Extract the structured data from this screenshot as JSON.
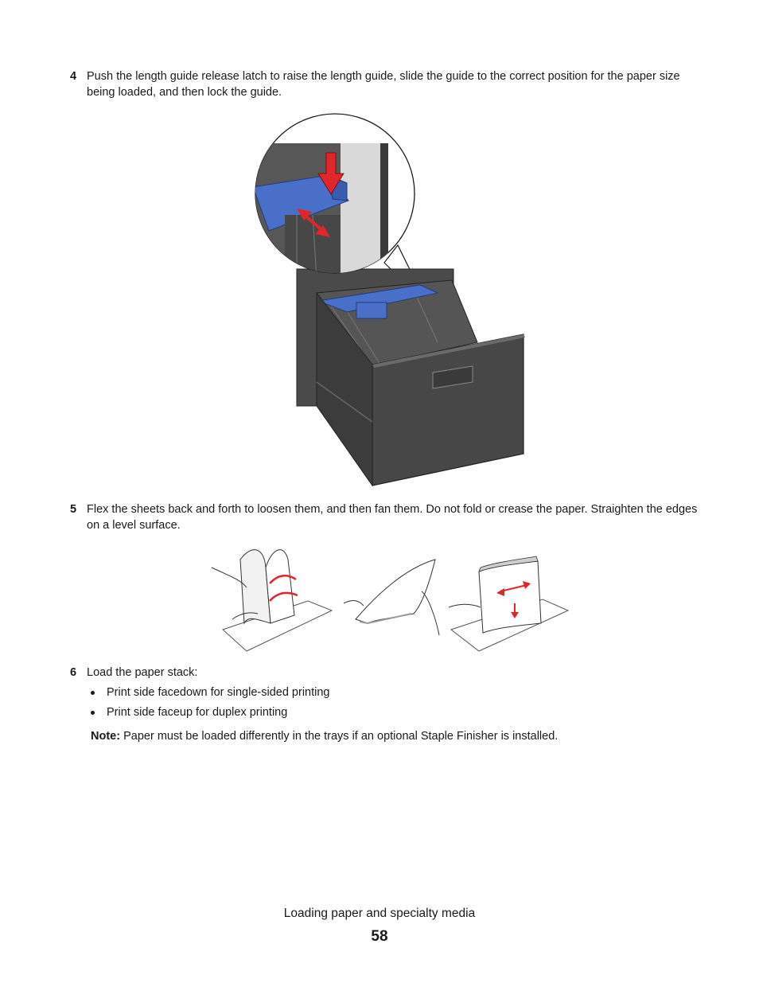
{
  "steps": [
    {
      "number": "4",
      "text": "Push the length guide release latch to raise the length guide, slide the guide to the correct position for the paper size being loaded, and then lock the guide."
    },
    {
      "number": "5",
      "text": "Flex the sheets back and forth to loosen them, and then fan them. Do not fold or crease the paper. Straighten the edges on a level surface."
    },
    {
      "number": "6",
      "text": "Load the paper stack:"
    }
  ],
  "bullets": [
    "Print side facedown for single-sided printing",
    "Print side faceup for duplex printing"
  ],
  "note": {
    "label": "Note:",
    "text": "Paper must be loaded differently in the trays if an optional Staple Finisher is installed."
  },
  "footer": {
    "section_title": "Loading paper and specialty media",
    "page_number": "58"
  },
  "colors": {
    "tray_body": "#4a4a4a",
    "guide_blue": "#4a6fc9",
    "arrow_red": "#e0262b"
  }
}
